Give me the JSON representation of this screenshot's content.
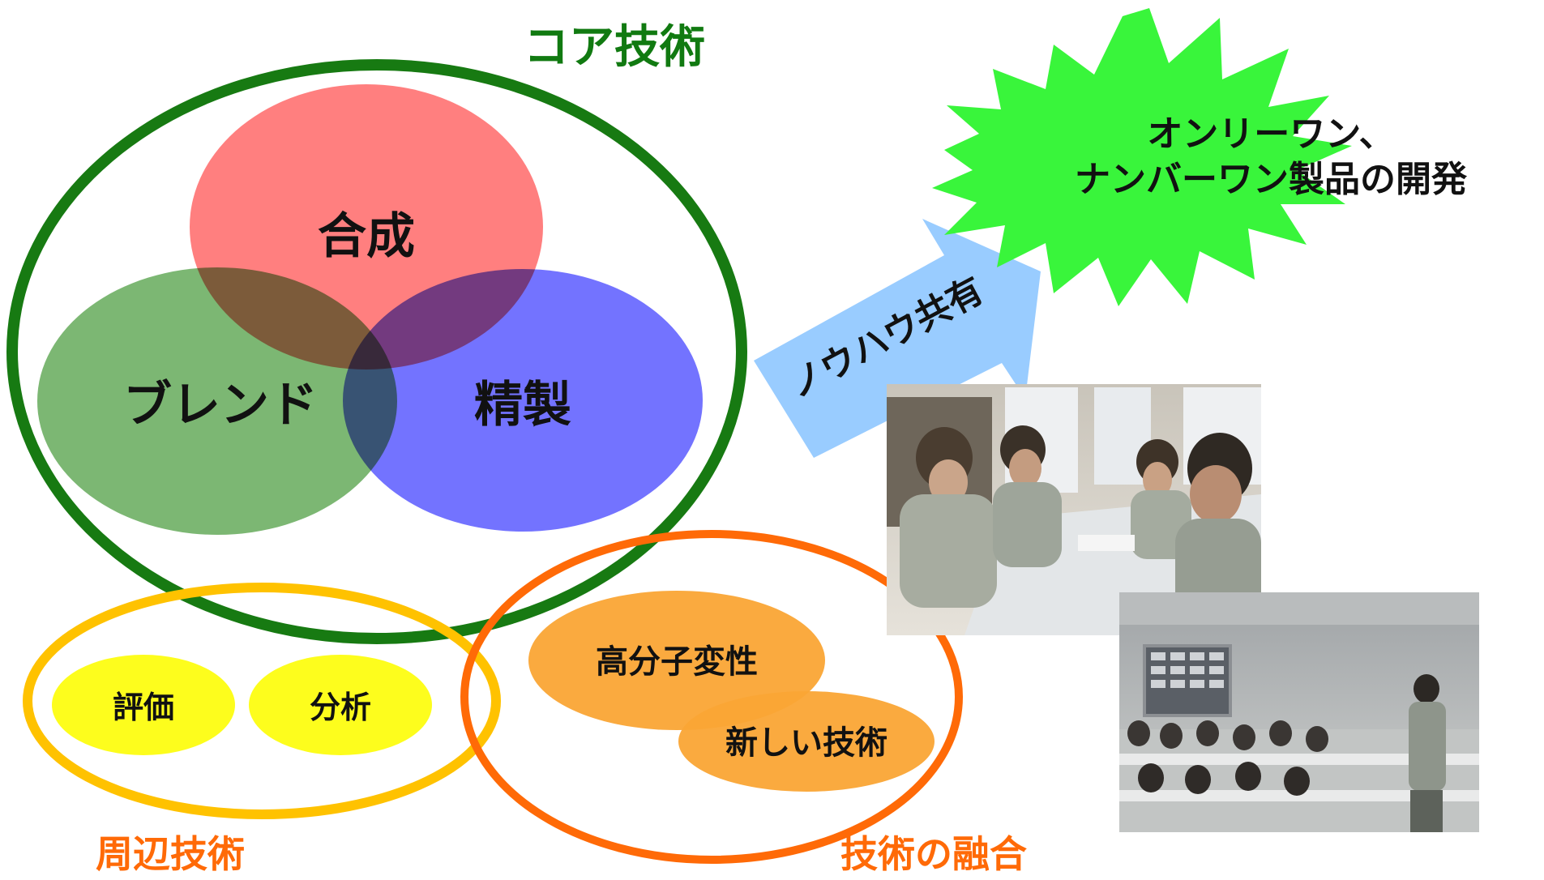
{
  "core": {
    "title": "コア技術",
    "circles": {
      "synthesis": "合成",
      "blend": "ブレンド",
      "purification": "精製"
    }
  },
  "peripheral": {
    "title": "周辺技術",
    "items": {
      "evaluation": "評価",
      "analysis": "分析"
    }
  },
  "fusion": {
    "title": "技術の融合",
    "items": {
      "polymer_modification": "高分子変性",
      "new_technology": "新しい技術"
    }
  },
  "arrow": {
    "label": "ノウハウ共有"
  },
  "goal": {
    "line1": "オンリーワン、",
    "line2": "ナンバーワン製品の開発"
  },
  "colors": {
    "core_ring": "#177a12",
    "synthesis": "#ff6868",
    "blend": "#6aad60",
    "purification": "#6464ff",
    "peripheral_ring": "#ffc200",
    "peripheral_items": "#fdfd1d",
    "fusion_ring": "#ff6a07",
    "fusion_items": "#faa535",
    "arrow": "#99ccff",
    "burst": "#39f53b",
    "title_core": "#117a11",
    "title_orange": "#ff6a07"
  }
}
